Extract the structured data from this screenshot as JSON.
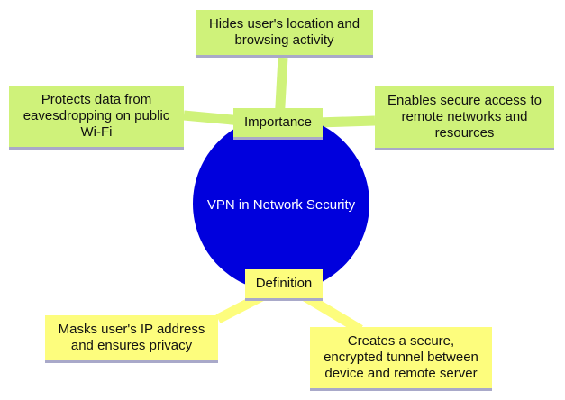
{
  "colors": {
    "center": "#0000dd",
    "green": "#cff27a",
    "yellow": "#fdfd7d",
    "green_link": "#cff27a",
    "yellow_link": "#fdfd7d"
  },
  "center": {
    "label": "VPN in Network Security"
  },
  "branches": {
    "importance": {
      "label": "Importance",
      "children": [
        "Hides user's location and\nbrowsing activity",
        "Protects data from\neavesdropping on public\nWi-Fi",
        "Enables secure access to\nremote networks and\nresources"
      ]
    },
    "definition": {
      "label": "Definition",
      "children": [
        "Masks user's IP address\nand ensures privacy",
        "Creates a secure,\nencrypted tunnel between\ndevice and remote server"
      ]
    }
  }
}
